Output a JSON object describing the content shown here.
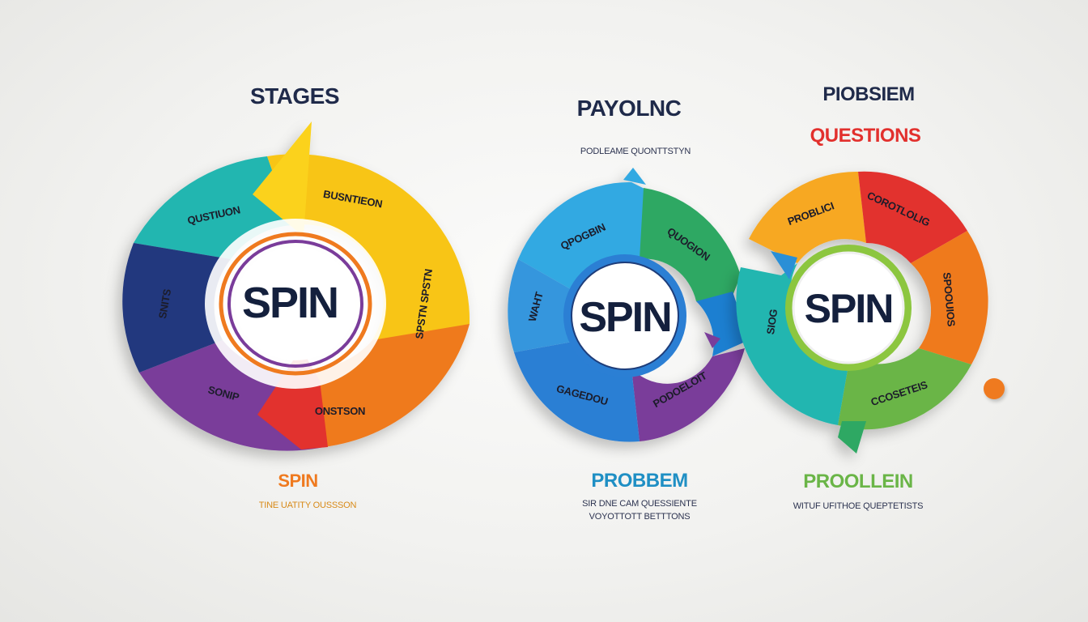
{
  "colors": {
    "navy": "#1f2a4a",
    "orange": "#ef7a1f",
    "red": "#e2302d",
    "blue": "#2b8fd6",
    "green": "#6ab547",
    "teal": "#22b6b0",
    "yellow": "#f8c514",
    "purple": "#7a3c9a"
  },
  "diagrams": [
    {
      "top_title": "STAGES",
      "hub": "SPIN",
      "segments": [
        "QUSTIUON",
        "BUSNTIEON",
        "SPSTN SPSTN",
        "ONSTSON",
        "SONIP",
        "SNITS"
      ],
      "bottom_title": "SPIN",
      "bottom_sub": "TINE  UATITY OUSSSON"
    },
    {
      "top_title": "PAYOLNC",
      "top_sub": "PODLEAME QUONTTSTYN",
      "hub": "SPIN",
      "segments": [
        "QPOGBIN",
        "QUOGION",
        "PODOELOIT",
        "GAGEDOU",
        "WAHT"
      ],
      "bottom_title": "PROBBEM",
      "bottom_sub_lines": [
        "SIR DNE CAM  QUESSIENTE",
        "VOYOTTOTT BETTTONS"
      ]
    },
    {
      "top_title": "PIOBSIEM",
      "top_title_2": "QUESTIONS",
      "hub": "SPIN",
      "segments": [
        "PROBLICI",
        "COROTLOLIG",
        "SPOOUIOS",
        "CCOSETEIS",
        "SIOG"
      ],
      "bottom_title": "PROOLLEIN",
      "bottom_sub": "WITUF  UFITHOE  QUEPTETISTS"
    }
  ]
}
